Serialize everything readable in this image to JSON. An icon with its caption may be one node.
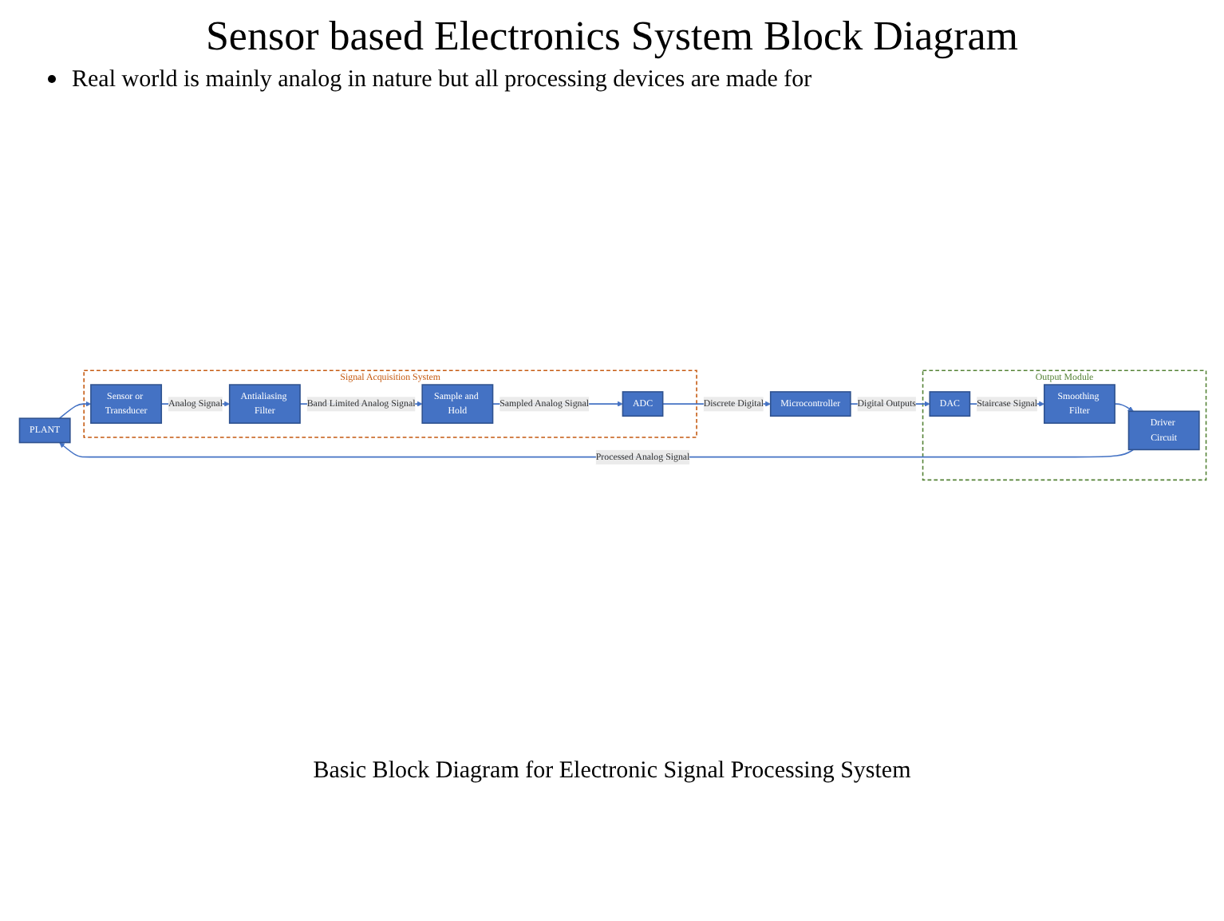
{
  "diagram": {
    "title": "Sensor based Electronics System Block Diagram",
    "caption": "Basic Block Diagram for Electronic Signal Processing System",
    "nodes": [
      {
        "text": [
          "PLANT"
        ]
      },
      {
        "text": [
          "Signal Acquisition System"
        ]
      },
      {
        "text": [
          "Sensor or Transducer"
        ],
        "in": 1
      },
      {
        "text": [
          "Antialiasing Filter"
        ],
        "in": 1
      },
      {
        "text": [
          "Sample and Hold"
        ],
        "in": 1
      },
      {
        "text": [
          "ADC"
        ],
        "in": 1
      },
      {
        "text": [
          "Microcontroller"
        ]
      },
      {
        "text": [
          "Output Module"
        ]
      },
      {
        "text": [
          "DAC"
        ],
        "in": 7
      },
      {
        "text": [
          "Smoothing Filter"
        ],
        "in": 7
      },
      {
        "text": [
          "Driver Circuit"
        ],
        "in": 7
      }
    ],
    "edges": [
      {
        "from": 0,
        "to": 2,
        "arrow": "to"
      },
      {
        "from": 2,
        "to": 3,
        "arrow": "to",
        "label": "Analog Signal"
      },
      {
        "from": 3,
        "to": 4,
        "arrow": "to",
        "label": "Band Limited Analog Signal"
      },
      {
        "from": 4,
        "to": 5,
        "arrow": "to",
        "label": "Sampled Analog Signal"
      },
      {
        "from": 5,
        "to": 6,
        "arrow": "to",
        "label": "Discrete Digital"
      },
      {
        "from": 6,
        "to": 8,
        "arrow": "to",
        "label": "Digital Outputs"
      },
      {
        "from": 8,
        "to": 9,
        "arrow": "to",
        "label": "Staircase Signal"
      },
      {
        "from": 9,
        "to": 10,
        "arrow": "to"
      },
      {
        "from": 10,
        "to": 0,
        "arrow": "to",
        "label": "Processed Analog Signal"
      }
    ],
    "labels": [
      "Real world is mainly analog in nature but all processing devices are made for"
    ]
  }
}
